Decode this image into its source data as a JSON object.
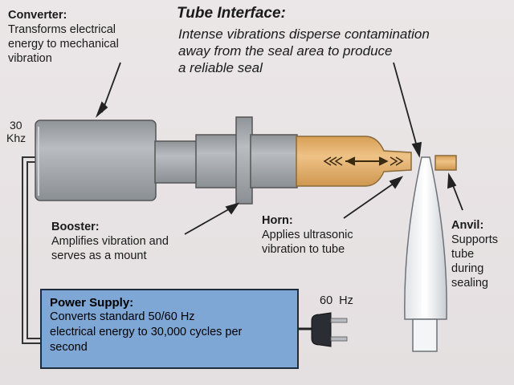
{
  "converter": {
    "title": "Converter:",
    "lines": [
      "Transforms electrical",
      "energy to mechanical",
      "vibration"
    ]
  },
  "tube_interface": {
    "title": "Tube Interface:",
    "lines": [
      "Intense vibrations disperse contamination",
      "away from the seal area to produce",
      "a reliable seal"
    ]
  },
  "frequency": {
    "line1": "30",
    "line2": "Khz"
  },
  "booster": {
    "title": "Booster:",
    "lines": [
      "Amplifies vibration and",
      "serves as a mount"
    ]
  },
  "horn": {
    "title": "Horn:",
    "lines": [
      "Applies ultrasonic",
      "vibration to tube"
    ]
  },
  "anvil": {
    "title": "Anvil:",
    "lines": [
      "Supports",
      "tube",
      "during",
      "sealing"
    ]
  },
  "power_supply": {
    "title": "Power Supply:",
    "lines": [
      "Converts standard 50/60 Hz",
      "electrical energy to 30,000 cycles per",
      "second"
    ]
  },
  "mains": {
    "label": "60  Hz"
  },
  "colors": {
    "metal": "#a7acb0",
    "horn": "#e2b06a",
    "power_supply": "#7fa7d6",
    "background": "#e8e3e4"
  }
}
